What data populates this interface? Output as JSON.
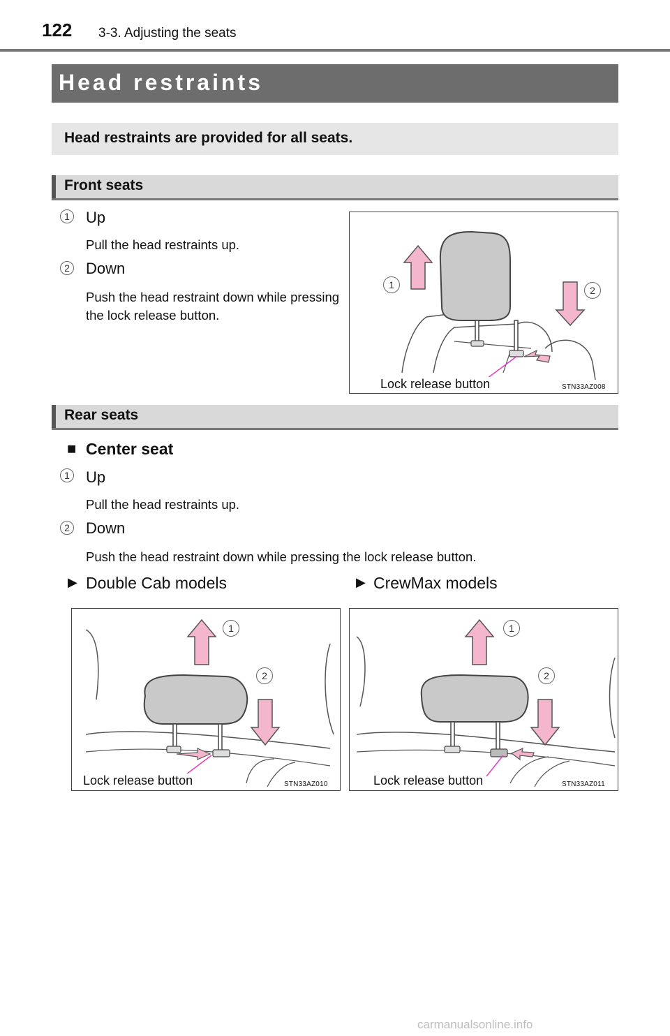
{
  "header": {
    "page_number": "122",
    "chapter": "3-3. Adjusting the seats"
  },
  "title": "Head restraints",
  "intro": "Head restraints are provided for all seats.",
  "front": {
    "heading": "Front seats",
    "steps": [
      {
        "num": "1",
        "label": "Up",
        "desc": "Pull the head restraints up."
      },
      {
        "num": "2",
        "label": "Down",
        "desc": "Push the head restraint down while pressing the lock release button."
      }
    ],
    "figure": {
      "label": "Lock release button",
      "code": "STN33AZ008",
      "callouts": [
        "1",
        "2"
      ]
    }
  },
  "rear": {
    "heading": "Rear seats",
    "subhead_bullet": "■",
    "subhead": "Center seat",
    "steps": [
      {
        "num": "1",
        "label": "Up",
        "desc": "Pull the head restraints up."
      },
      {
        "num": "2",
        "label": "Down",
        "desc": "Push the head restraint down while pressing the lock release button."
      }
    ],
    "models": [
      {
        "bullet": "▶",
        "name": "Double Cab models",
        "figure": {
          "label": "Lock release button",
          "code": "STN33AZ010",
          "callouts": [
            "1",
            "2"
          ]
        }
      },
      {
        "bullet": "▶",
        "name": "CrewMax models",
        "figure": {
          "label": "Lock release button",
          "code": "STN33AZ011",
          "callouts": [
            "1",
            "2"
          ]
        }
      }
    ]
  },
  "watermark": "carmanualsonline.info"
}
